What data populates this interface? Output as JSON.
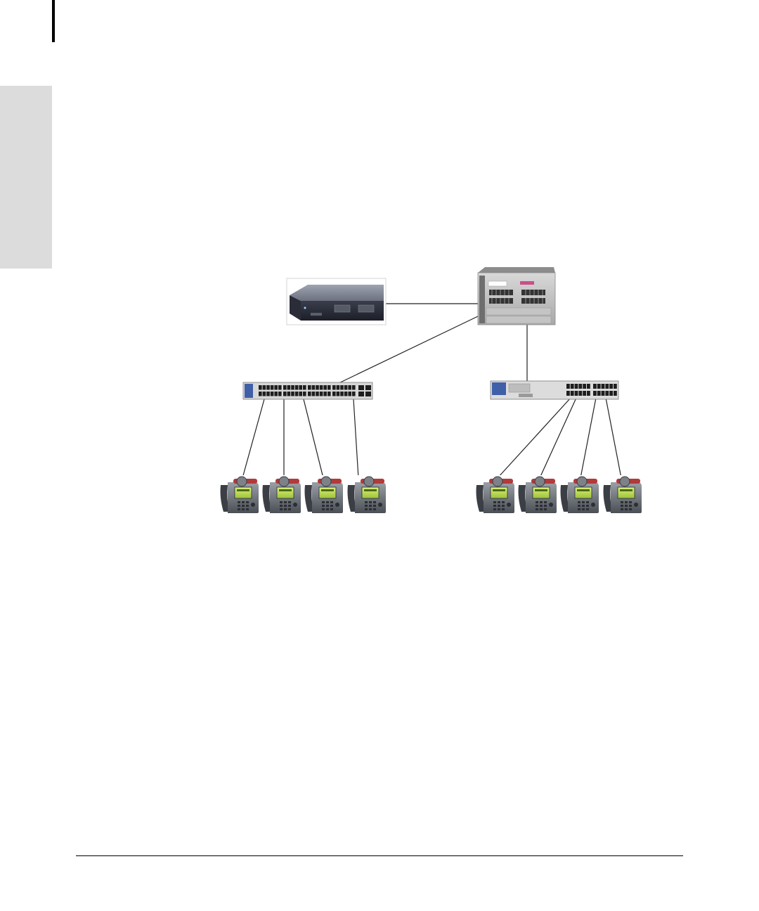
{
  "page": {
    "background": "#ffffff",
    "side_tab_color": "#dcdcdc"
  },
  "diagram": {
    "nodes": [
      {
        "id": "server",
        "kind": "rack-server",
        "icon": "server-icon"
      },
      {
        "id": "core-switch",
        "kind": "chassis-switch",
        "icon": "chassis-switch-icon"
      },
      {
        "id": "switch-48",
        "kind": "48-port-switch",
        "icon": "switch-icon"
      },
      {
        "id": "switch-24",
        "kind": "24-port-switch",
        "icon": "switch-icon"
      },
      {
        "id": "phone-1",
        "kind": "ip-phone",
        "icon": "ip-phone-icon"
      },
      {
        "id": "phone-2",
        "kind": "ip-phone",
        "icon": "ip-phone-icon"
      },
      {
        "id": "phone-3",
        "kind": "ip-phone",
        "icon": "ip-phone-icon"
      },
      {
        "id": "phone-4",
        "kind": "ip-phone",
        "icon": "ip-phone-icon"
      },
      {
        "id": "phone-5",
        "kind": "ip-phone",
        "icon": "ip-phone-icon"
      },
      {
        "id": "phone-6",
        "kind": "ip-phone",
        "icon": "ip-phone-icon"
      },
      {
        "id": "phone-7",
        "kind": "ip-phone",
        "icon": "ip-phone-icon"
      },
      {
        "id": "phone-8",
        "kind": "ip-phone",
        "icon": "ip-phone-icon"
      }
    ],
    "links": [
      {
        "from": "server",
        "to": "core-switch"
      },
      {
        "from": "core-switch",
        "to": "switch-48"
      },
      {
        "from": "core-switch",
        "to": "switch-24"
      },
      {
        "from": "switch-48",
        "to": "phone-1"
      },
      {
        "from": "switch-48",
        "to": "phone-2"
      },
      {
        "from": "switch-48",
        "to": "phone-3"
      },
      {
        "from": "switch-48",
        "to": "phone-4"
      },
      {
        "from": "switch-24",
        "to": "phone-5"
      },
      {
        "from": "switch-24",
        "to": "phone-6"
      },
      {
        "from": "switch-24",
        "to": "phone-7"
      },
      {
        "from": "switch-24",
        "to": "phone-8"
      }
    ]
  }
}
